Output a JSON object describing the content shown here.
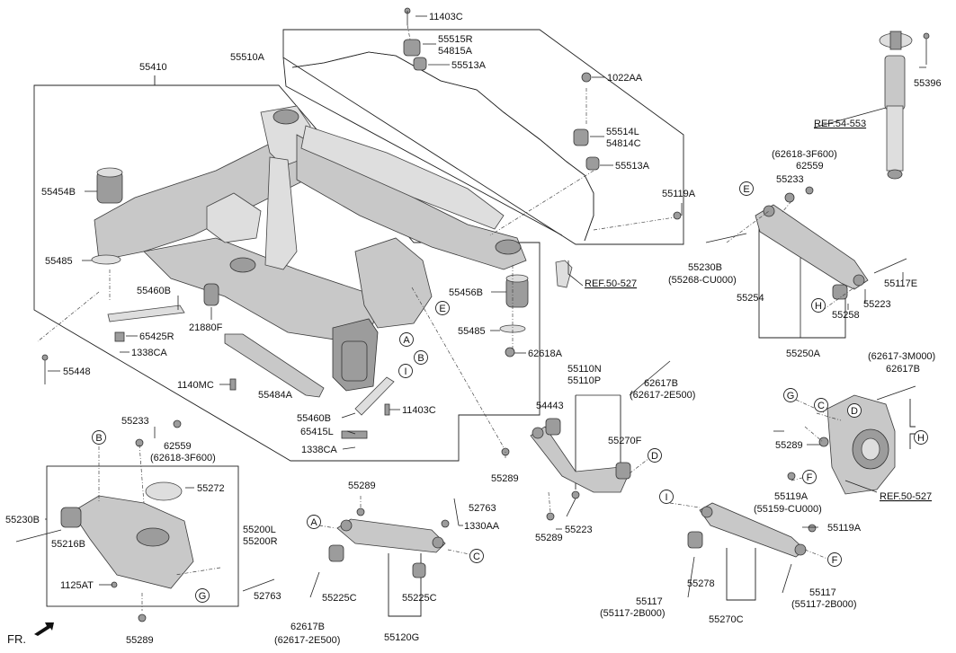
{
  "part_labels": [
    {
      "id": "11403C_top",
      "text": "11403C"
    },
    {
      "id": "55515R",
      "text": "55515R"
    },
    {
      "id": "54815A",
      "text": "54815A"
    },
    {
      "id": "55513A_top",
      "text": "55513A"
    },
    {
      "id": "55510A",
      "text": "55510A"
    },
    {
      "id": "55410",
      "text": "55410"
    },
    {
      "id": "1022AA",
      "text": "1022AA"
    },
    {
      "id": "55514L",
      "text": "55514L"
    },
    {
      "id": "54814C",
      "text": "54814C"
    },
    {
      "id": "55513A_mid",
      "text": "55513A"
    },
    {
      "id": "55119A_top",
      "text": "55119A"
    },
    {
      "id": "55396",
      "text": "55396"
    },
    {
      "id": "REF54553",
      "text": "REF.54-553"
    },
    {
      "id": "62618_3F600_top",
      "text": "(62618-3F600)"
    },
    {
      "id": "62559_top",
      "text": "62559"
    },
    {
      "id": "55233_top",
      "text": "55233"
    },
    {
      "id": "55454B",
      "text": "55454B"
    },
    {
      "id": "55485_left",
      "text": "55485"
    },
    {
      "id": "55460B_top",
      "text": "55460B"
    },
    {
      "id": "21880F",
      "text": "21880F"
    },
    {
      "id": "65425R",
      "text": "65425R"
    },
    {
      "id": "1338CA_top",
      "text": "1338CA"
    },
    {
      "id": "55448",
      "text": "55448"
    },
    {
      "id": "1140MC",
      "text": "1140MC"
    },
    {
      "id": "55484A",
      "text": "55484A"
    },
    {
      "id": "55460B_bot",
      "text": "55460B"
    },
    {
      "id": "11403C_mid",
      "text": "11403C"
    },
    {
      "id": "65415L",
      "text": "65415L"
    },
    {
      "id": "1338CA_bot",
      "text": "1338CA"
    },
    {
      "id": "55456B",
      "text": "55456B"
    },
    {
      "id": "55485_right",
      "text": "55485"
    },
    {
      "id": "62618A",
      "text": "62618A"
    },
    {
      "id": "REF50527_top",
      "text": "REF.50-527"
    },
    {
      "id": "55230B_top",
      "text": "55230B"
    },
    {
      "id": "55268_CU000",
      "text": "(55268-CU000)"
    },
    {
      "id": "55117E",
      "text": "55117E"
    },
    {
      "id": "55254",
      "text": "55254"
    },
    {
      "id": "55258",
      "text": "55258"
    },
    {
      "id": "55223_top",
      "text": "55223"
    },
    {
      "id": "55250A",
      "text": "55250A"
    },
    {
      "id": "55110N",
      "text": "55110N"
    },
    {
      "id": "55110P",
      "text": "55110P"
    },
    {
      "id": "62617B_mid",
      "text": "62617B"
    },
    {
      "id": "62617_2E500_mid",
      "text": "(62617-2E500)"
    },
    {
      "id": "54443",
      "text": "54443"
    },
    {
      "id": "55270F",
      "text": "55270F"
    },
    {
      "id": "55289_mid",
      "text": "55289"
    },
    {
      "id": "55223_mid",
      "text": "55223"
    },
    {
      "id": "55289_lowmid",
      "text": "55289"
    },
    {
      "id": "62617_3M000",
      "text": "(62617-3M000)"
    },
    {
      "id": "62617B_right",
      "text": "62617B"
    },
    {
      "id": "55289_right",
      "text": "55289"
    },
    {
      "id": "55119A_right",
      "text": "55119A"
    },
    {
      "id": "55159_CU000",
      "text": "(55159-CU000)"
    },
    {
      "id": "REF50527_bot",
      "text": "REF.50-527"
    },
    {
      "id": "55233_left",
      "text": "55233"
    },
    {
      "id": "62559_left",
      "text": "62559"
    },
    {
      "id": "62618_3F600_left",
      "text": "(62618-3F600)"
    },
    {
      "id": "55272",
      "text": "55272"
    },
    {
      "id": "55230B_left",
      "text": "55230B"
    },
    {
      "id": "55216B",
      "text": "55216B"
    },
    {
      "id": "55200L",
      "text": "55200L"
    },
    {
      "id": "55200R",
      "text": "55200R"
    },
    {
      "id": "1125AT",
      "text": "1125AT"
    },
    {
      "id": "52763_left",
      "text": "52763"
    },
    {
      "id": "55289_bot",
      "text": "55289"
    },
    {
      "id": "55289_center",
      "text": "55289"
    },
    {
      "id": "52763_center",
      "text": "52763"
    },
    {
      "id": "1330AA",
      "text": "1330AA"
    },
    {
      "id": "55225C_left",
      "text": "55225C"
    },
    {
      "id": "55225C_right",
      "text": "55225C"
    },
    {
      "id": "62617B_bot",
      "text": "62617B"
    },
    {
      "id": "62617_2E500_bot",
      "text": "(62617-2E500)"
    },
    {
      "id": "55120G",
      "text": "55120G"
    },
    {
      "id": "55119A_low",
      "text": "55119A"
    },
    {
      "id": "55278",
      "text": "55278"
    },
    {
      "id": "55117_left",
      "text": "55117"
    },
    {
      "id": "55117_2B000_left",
      "text": "(55117-2B000)"
    },
    {
      "id": "55117_right",
      "text": "55117"
    },
    {
      "id": "55117_2B000_right",
      "text": "(55117-2B000)"
    },
    {
      "id": "55270C",
      "text": "55270C"
    },
    {
      "id": "FR",
      "text": "FR."
    }
  ],
  "callouts": [
    "A",
    "B",
    "C",
    "D",
    "E",
    "F",
    "G",
    "H",
    "I"
  ]
}
